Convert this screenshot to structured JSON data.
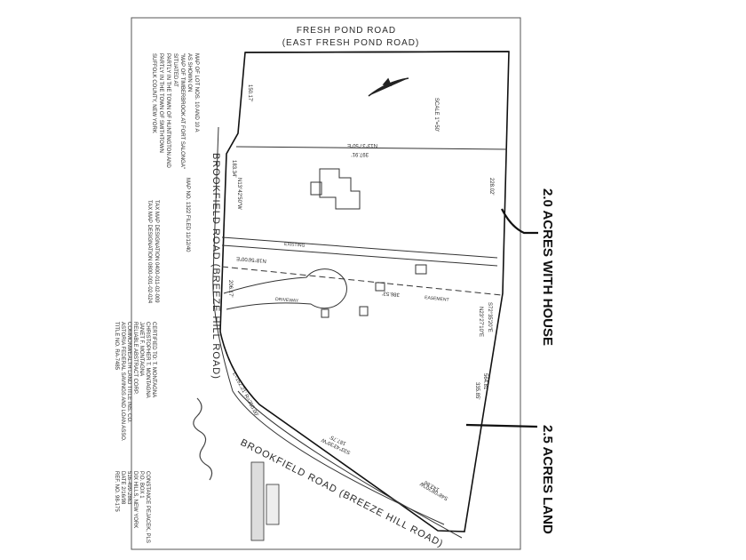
{
  "roads": {
    "top_name": "FRESH POND ROAD",
    "top_alt": "(EAST FRESH POND ROAD)",
    "left_name": "BROOKFIELD ROAD (BREEZE HILL ROAD)",
    "bottom_name": "BROOKFIELD ROAD (BREEZE HILL ROAD)"
  },
  "scale": "SCALE 1\"=50'",
  "map_title": {
    "line1": "MAP OF LOT NOS. 10 AND 10 A",
    "line2": "AS SHOWN ON",
    "line3": "\"MAP OF TIMBERBROOK AT FORT SALONGA\"",
    "line4": "SITUATED AT",
    "line5": "PARTLY IN THE TOWN OF HUNTINGTON AND",
    "line6": "PARTLY IN THE TOWN OF SMITHTOWN",
    "line7": "SUFFOLK COUNTY, NEW YORK"
  },
  "map_filing": "MAP NO. 1322 FILED 11/12/40",
  "tax_map": {
    "line1": "TAX MAP DESIGNATION 0400-011-02-009",
    "line2": "TAX MAP DESIGNATION 0800-001-02-024"
  },
  "certified": {
    "line1": "CERTIFIED TO: T. MONTAGNA",
    "line2": "CHRISTOPHER T. MONTAGNA",
    "line3": "JANET F. MONTAGNA",
    "line4": "RELIABLE ABSTRACT CORP.",
    "line5": "COMMONWEALTH LAND TITLE INS. CO.",
    "line6": "ASTORIA FEDERAL SAVINGS AND LOAN ASSO.",
    "line7": "TITLE NO. RA-7485"
  },
  "surveyor": {
    "line1": "CONSTANCE PEJACEK, PLS",
    "line2": "P.O. BOX 1",
    "line3": "DIX HILLS, NEW YORK",
    "line4": "516-499-2863",
    "line5": "DATE 2/16/98",
    "line6": "REF. NO. 98-175"
  },
  "signature": "Constance Pejacek",
  "dimensions": {
    "west_top": "150.17'",
    "inner_top": "397.91'",
    "inner_bearing": "N13°37'50\"E",
    "lot_west": "183.34'",
    "lot_west_bearing": "N13°42'50\"W",
    "east_top": "228.02'",
    "center_bearing": "N18°56'00\"E",
    "center_len": "386.53'",
    "south_bearing": "N23°27'10\"E",
    "west_short": "206.17'",
    "east_low_1": "564.81'",
    "east_low_2": "335.85'",
    "bottom_1": "187.75'",
    "bottom_bearing": "S33°43'30\"W",
    "bottom_2": "143.86'",
    "bottom_bearing_2": "S48°08'20\"W",
    "curve": "L=162.21' R=250.00'",
    "east_top_bearing": "S72°35'20\"E"
  },
  "annotations": {
    "upper_parcel": "2.0 ACRES WITH HOUSE",
    "lower_parcel": "2.5 ACRES LAND"
  },
  "features": {
    "existing": "EXISTING",
    "driveway": "DRIVEWAY",
    "easement": "EASEMENT"
  }
}
